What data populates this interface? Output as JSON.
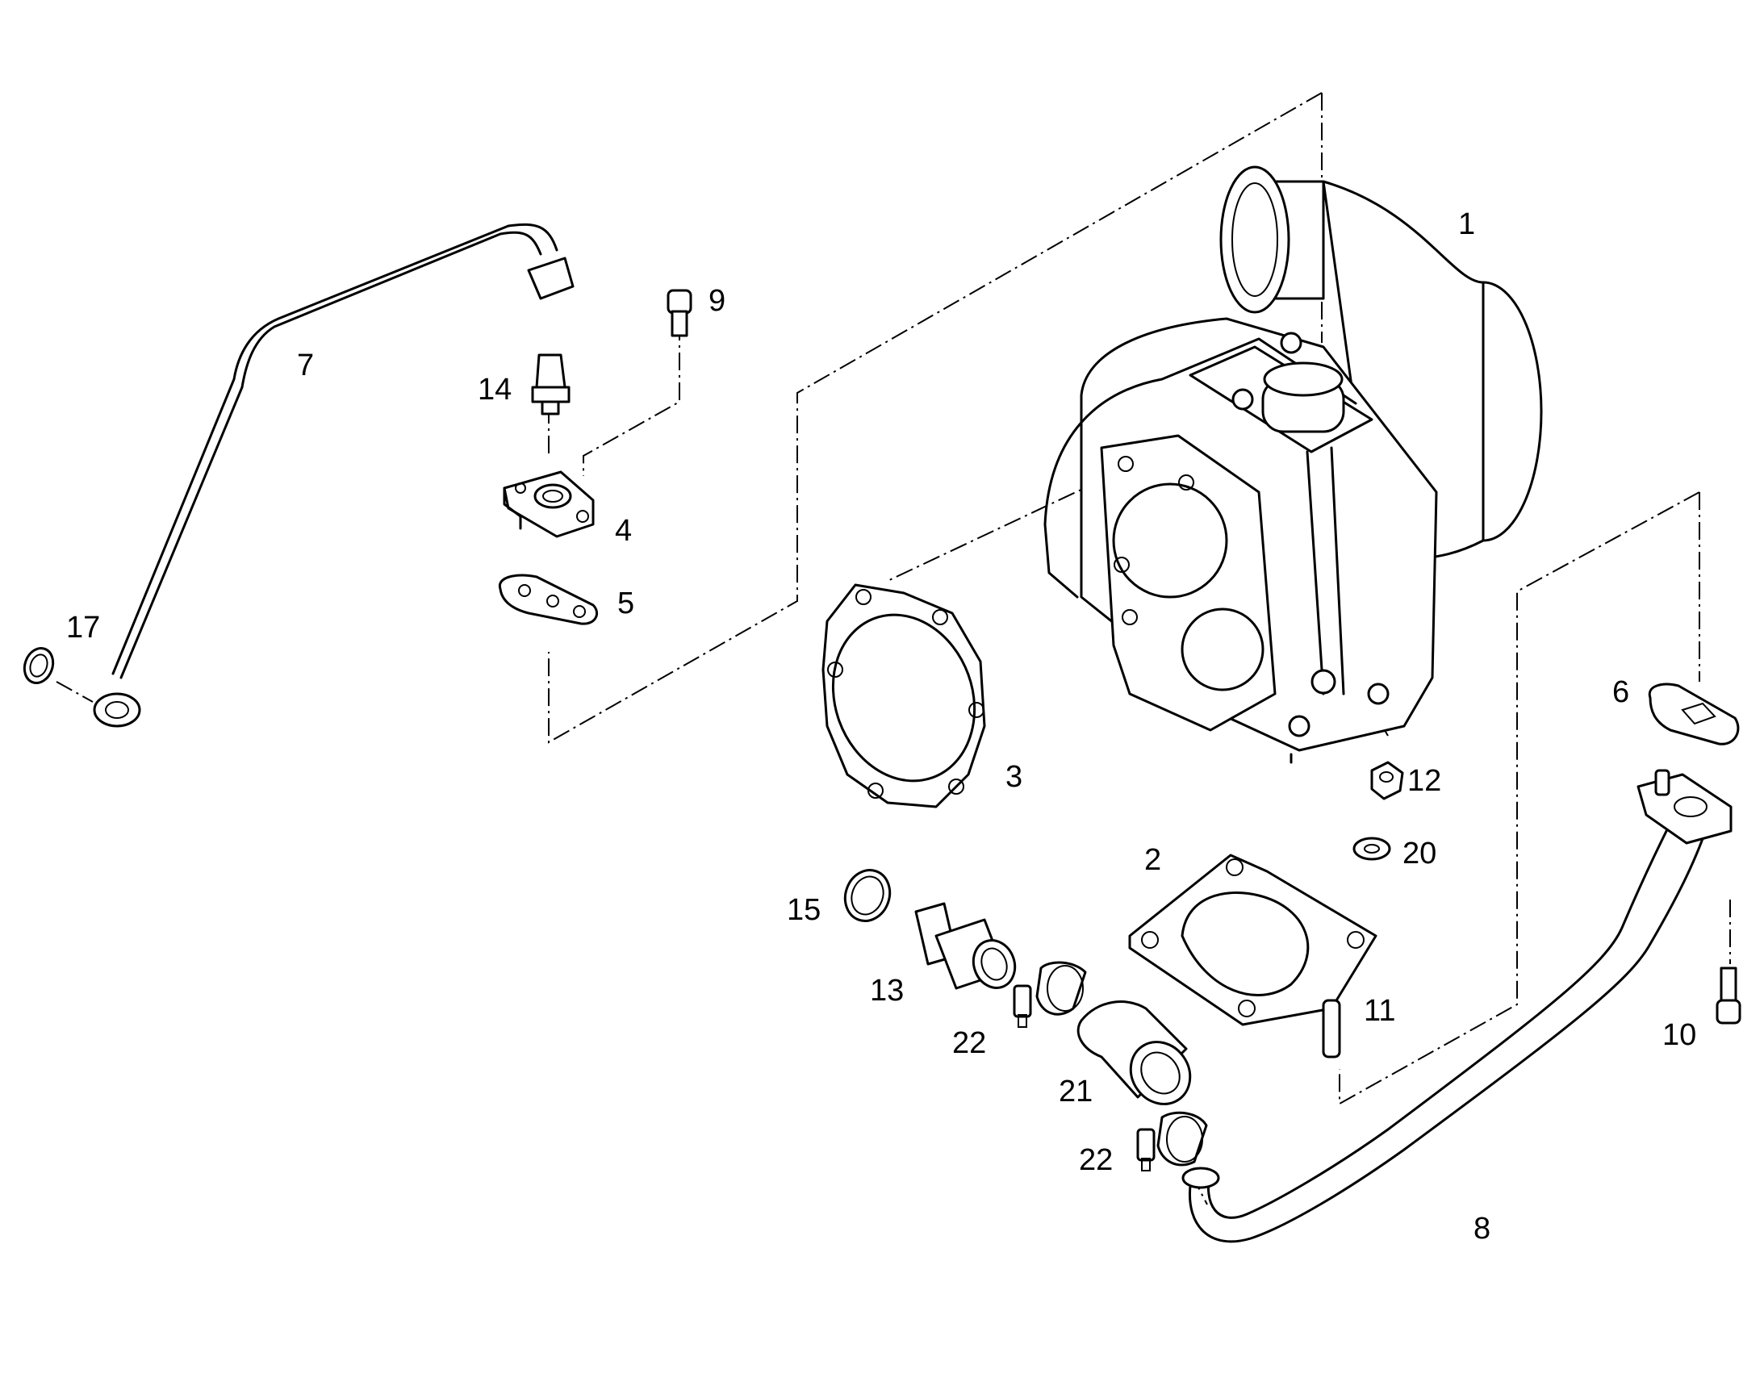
{
  "callouts": {
    "c1": "1",
    "c2": "2",
    "c3": "3",
    "c4": "4",
    "c5": "5",
    "c6": "6",
    "c7": "7",
    "c8": "8",
    "c9": "9",
    "c10": "10",
    "c11": "11",
    "c12": "12",
    "c13": "13",
    "c14": "14",
    "c15": "15",
    "c17": "17",
    "c20": "20",
    "c21": "21",
    "c22a": "22",
    "c22b": "22"
  }
}
